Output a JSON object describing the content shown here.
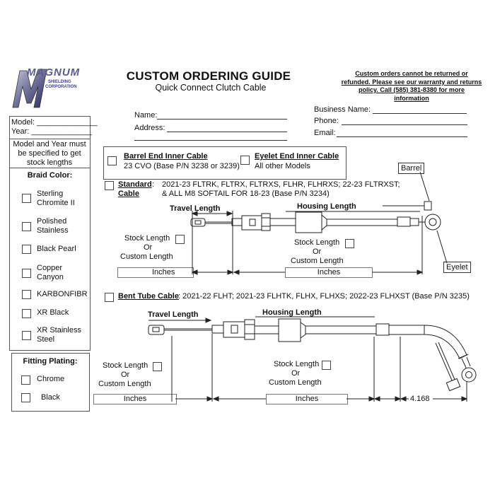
{
  "logo": {
    "brand": "MAGNUM",
    "sub1": "SHIELDING",
    "sub2": "CORPORATION"
  },
  "header": {
    "title": "CUSTOM ORDERING GUIDE",
    "subtitle": "Quick Connect Clutch Cable",
    "notice": "Custom orders cannot be returned or refunded. Please see our warranty and returns policy. Call (585) 381-8380 for more information"
  },
  "vehicle": {
    "model_label": "Model: ______________",
    "year_label": "Year: ______________",
    "note": "Model and Year must be specified to get stock lengths"
  },
  "contact": {
    "name": "Name:",
    "address": "Address:",
    "business": "Business Name:",
    "phone": "Phone:",
    "email": "Email:"
  },
  "braid": {
    "heading": "Braid Color:",
    "options": [
      "Sterling Chromite II",
      "Polished Stainless",
      "Black Pearl",
      "Copper Canyon",
      "KARBONFIBR",
      "XR Black",
      "XR Stainless Steel"
    ]
  },
  "plating": {
    "heading": "Fitting Plating:",
    "options": [
      "Chrome",
      "Black"
    ]
  },
  "inner_cable": {
    "barrel_title": "Barrel End Inner Cable",
    "barrel_desc": "23 CVO (Base P/N 3238 or 3239)",
    "eyelet_title": "Eyelet End Inner Cable",
    "eyelet_desc": "All other Models"
  },
  "standard": {
    "title": "Standard",
    "title2": "Cable",
    "colon": ":",
    "models_line1": "2021-23 FLTRK, FLTRX, FLTRXS, FLHR, FLHRXS; 22-23 FLTRXST;",
    "models_line2": "& ALL M8 SOFTAIL FOR 18-23 (Base P/N 3234)",
    "travel_length": "Travel Length",
    "housing_length": "Housing Length",
    "barrel_callout": "Barrel",
    "eyelet_callout": "Eyelet",
    "stock": "Stock Length",
    "or": "Or",
    "custom": "Custom Length",
    "inches": "Inches"
  },
  "bent": {
    "title": "Bent Tube Cable",
    "models": ": 2021-22 FLHT; 2021-23 FLHTK, FLHX, FLHXS; 2022-23 FLHXST (Base P/N 3235)",
    "travel_length": "Travel Length",
    "housing_length": "Housing Length",
    "stock": "Stock Length",
    "or": "Or",
    "custom": "Custom Length",
    "inches": "Inches",
    "fixed_length": "4.168"
  }
}
